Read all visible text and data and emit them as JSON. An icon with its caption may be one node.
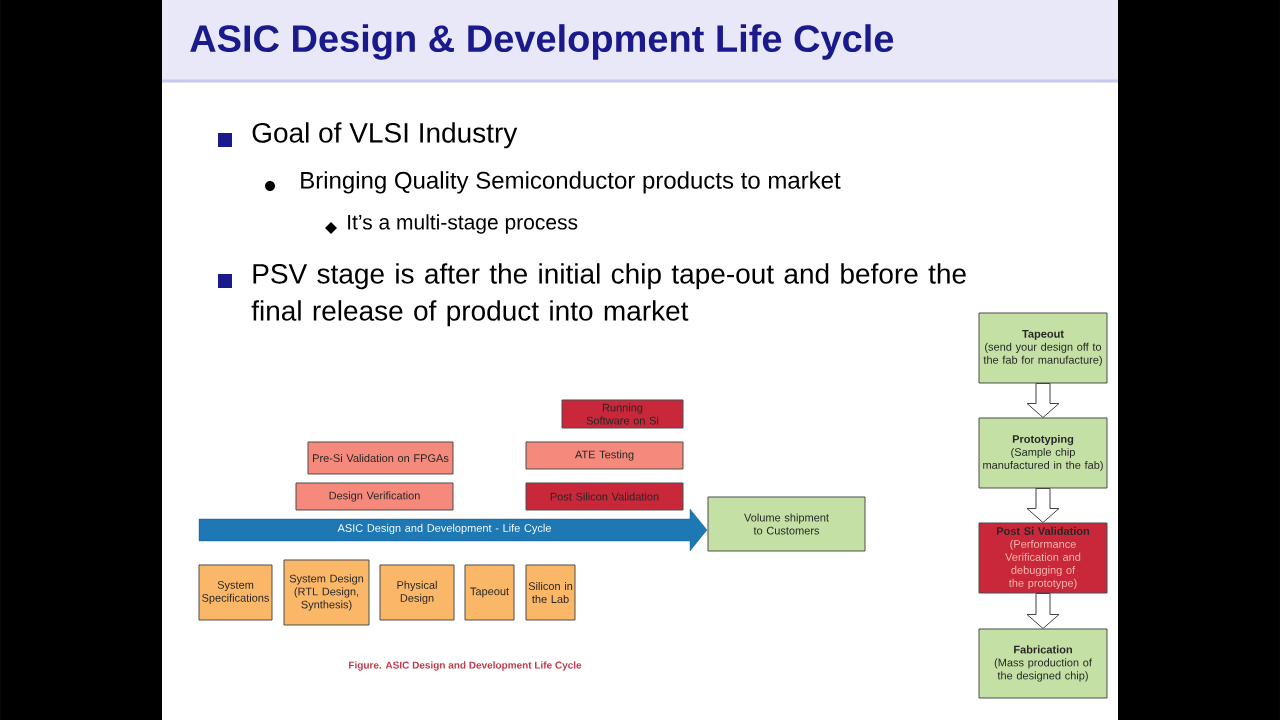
{
  "diagram": {
    "title": "ASIC Design & Development Life Cycle",
    "caption": "Figure. ASIC Design and Development Life Cycle",
    "nodes": [
      {
        "text": [
          "Running Software on Si"
        ]
      },
      {
        "text": [
          "Pre-Si Validation on FPGAs"
        ]
      },
      {
        "text": [
          "ATE Testing"
        ]
      },
      {
        "text": [
          "Design Verification"
        ]
      },
      {
        "text": [
          "Post Silicon Validation"
        ]
      },
      {
        "text": [
          "ASIC Design and Development - Life Cycle"
        ]
      },
      {
        "text": [
          "Volume shipment to Customers"
        ]
      },
      {
        "text": [
          "System Specifications"
        ]
      },
      {
        "text": [
          "System Design (RTL Design, Synthesis)"
        ]
      },
      {
        "text": [
          "Physical Design"
        ]
      },
      {
        "text": [
          "Tapeout"
        ]
      },
      {
        "text": [
          "Silicon in the Lab"
        ]
      },
      {
        "text": [
          "Tapeout",
          "(send your design off to the fab for manufacture)"
        ]
      },
      {
        "text": [
          "Prototyping",
          "(Sample chip manufactured in the fab)"
        ]
      },
      {
        "text": [
          "Post Si Validation",
          "(Performance Verification and debugging of the prototype)"
        ]
      },
      {
        "text": [
          "Fabrication",
          "(Mass production of the designed chip)"
        ]
      }
    ],
    "edges": [
      {
        "from": 12,
        "to": 13,
        "arrow": "to"
      },
      {
        "from": 13,
        "to": 14,
        "arrow": "to"
      },
      {
        "from": 14,
        "to": 15,
        "arrow": "to"
      }
    ],
    "labels": [
      "Goal of VLSI Industry",
      "Bringing Quality Semiconductor products to market",
      "It’s a multi-stage process",
      "PSV stage is after the initial chip tape-out and before the final release of product into market"
    ]
  }
}
